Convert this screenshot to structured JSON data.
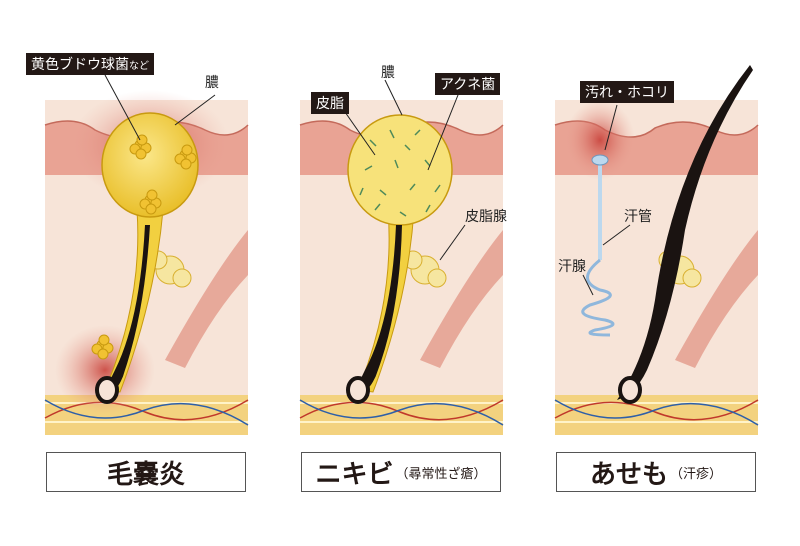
{
  "panels": [
    {
      "caption": "毛嚢炎",
      "caption_sub": "",
      "labels": {
        "bacteria": "黄色ブドウ球菌",
        "bacteria_suffix": "など",
        "pus": "膿"
      }
    },
    {
      "caption": "ニキビ",
      "caption_sub": "（尋常性ざ瘡）",
      "labels": {
        "sebum": "皮脂",
        "pus": "膿",
        "acne": "アクネ菌",
        "gland": "皮脂腺"
      }
    },
    {
      "caption": "あせも",
      "caption_sub": "（汗疹）",
      "labels": {
        "dirt": "汚れ・ホコリ",
        "duct": "汗管",
        "sweat_gland": "汗腺"
      }
    }
  ],
  "colors": {
    "epidermis": "#e9a394",
    "inflamed": "#c9433c",
    "dermis": "#f7e4d8",
    "fat": "#f3d27f",
    "pus": "#f2d040",
    "hair": "#1a1311",
    "duct": "#bcd8ee",
    "muscle": "#e7a99a"
  }
}
